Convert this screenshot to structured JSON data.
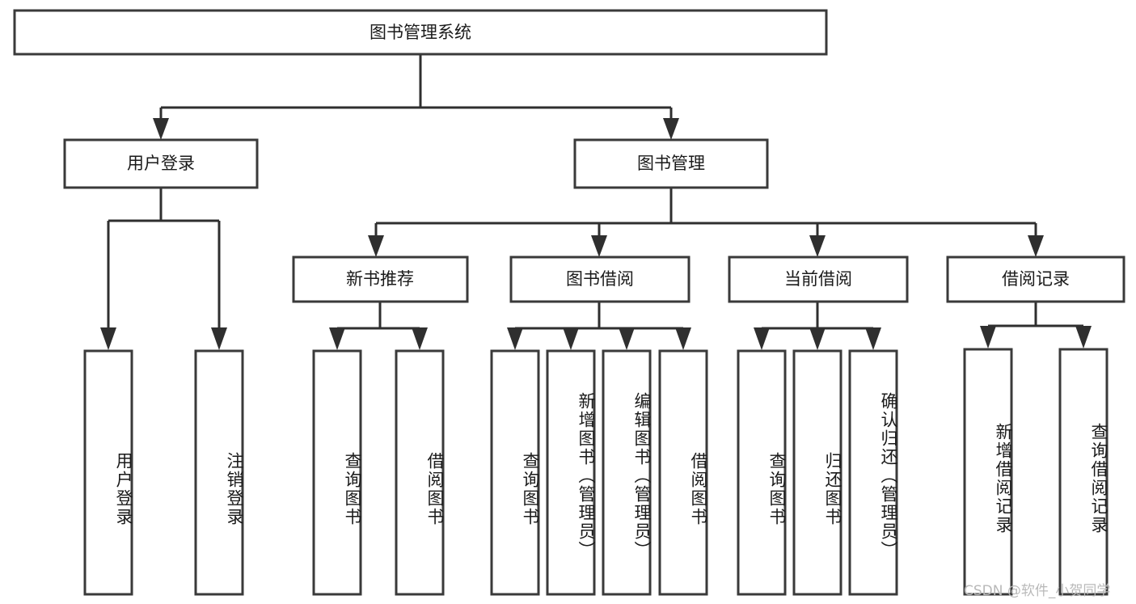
{
  "diagram": {
    "title": "图书管理系统",
    "type": "tree",
    "background_color": "#ffffff",
    "line_color": "#2f2f2f",
    "box_fill": "#ffffff",
    "box_stroke": "#3a3a3a",
    "text_color": "#1a1a1a"
  },
  "nodes": {
    "root": {
      "label": "图书管理系统",
      "level": 0,
      "orientation": "horizontal"
    },
    "l1": [
      {
        "id": "user_login",
        "label": "用户登录",
        "orientation": "horizontal"
      },
      {
        "id": "book_manage",
        "label": "图书管理",
        "orientation": "horizontal"
      }
    ],
    "l2": [
      {
        "id": "new_book_rec",
        "label": "新书推荐",
        "parent": "book_manage",
        "orientation": "horizontal"
      },
      {
        "id": "book_borrow",
        "label": "图书借阅",
        "parent": "book_manage",
        "orientation": "horizontal"
      },
      {
        "id": "current_borrow",
        "label": "当前借阅",
        "parent": "book_manage",
        "orientation": "horizontal"
      },
      {
        "id": "borrow_record",
        "label": "借阅记录",
        "parent": "book_manage",
        "orientation": "horizontal"
      }
    ],
    "leaves": [
      {
        "id": "leaf_user_login",
        "label": "用户登录",
        "parent": "user_login",
        "orientation": "vertical"
      },
      {
        "id": "leaf_logout",
        "label": "注销登录",
        "parent": "user_login",
        "orientation": "vertical"
      },
      {
        "id": "leaf_query_book_1",
        "label": "查询图书",
        "parent": "new_book_rec",
        "orientation": "vertical"
      },
      {
        "id": "leaf_borrow_book_1",
        "label": "借阅图书",
        "parent": "new_book_rec",
        "orientation": "vertical"
      },
      {
        "id": "leaf_query_book_2",
        "label": "查询图书",
        "parent": "book_borrow",
        "orientation": "vertical"
      },
      {
        "id": "leaf_add_book",
        "label": "新增图书（管理员）",
        "parent": "book_borrow",
        "orientation": "vertical"
      },
      {
        "id": "leaf_edit_book",
        "label": "编辑图书（管理员）",
        "parent": "book_borrow",
        "orientation": "vertical"
      },
      {
        "id": "leaf_borrow_book_2",
        "label": "借阅图书",
        "parent": "book_borrow",
        "orientation": "vertical"
      },
      {
        "id": "leaf_query_book_3",
        "label": "查询图书",
        "parent": "current_borrow",
        "orientation": "vertical"
      },
      {
        "id": "leaf_return_book",
        "label": "归还图书",
        "parent": "current_borrow",
        "orientation": "vertical"
      },
      {
        "id": "leaf_confirm_return",
        "label": "确认归还（管理员）",
        "parent": "current_borrow",
        "orientation": "vertical"
      },
      {
        "id": "leaf_add_record",
        "label": "新增借阅记录",
        "parent": "borrow_record",
        "orientation": "vertical"
      },
      {
        "id": "leaf_query_record",
        "label": "查询借阅记录",
        "parent": "borrow_record",
        "orientation": "vertical"
      }
    ]
  },
  "watermark": {
    "text": "CSDN @软件_小贺同学",
    "color": "#b9b9b9"
  }
}
